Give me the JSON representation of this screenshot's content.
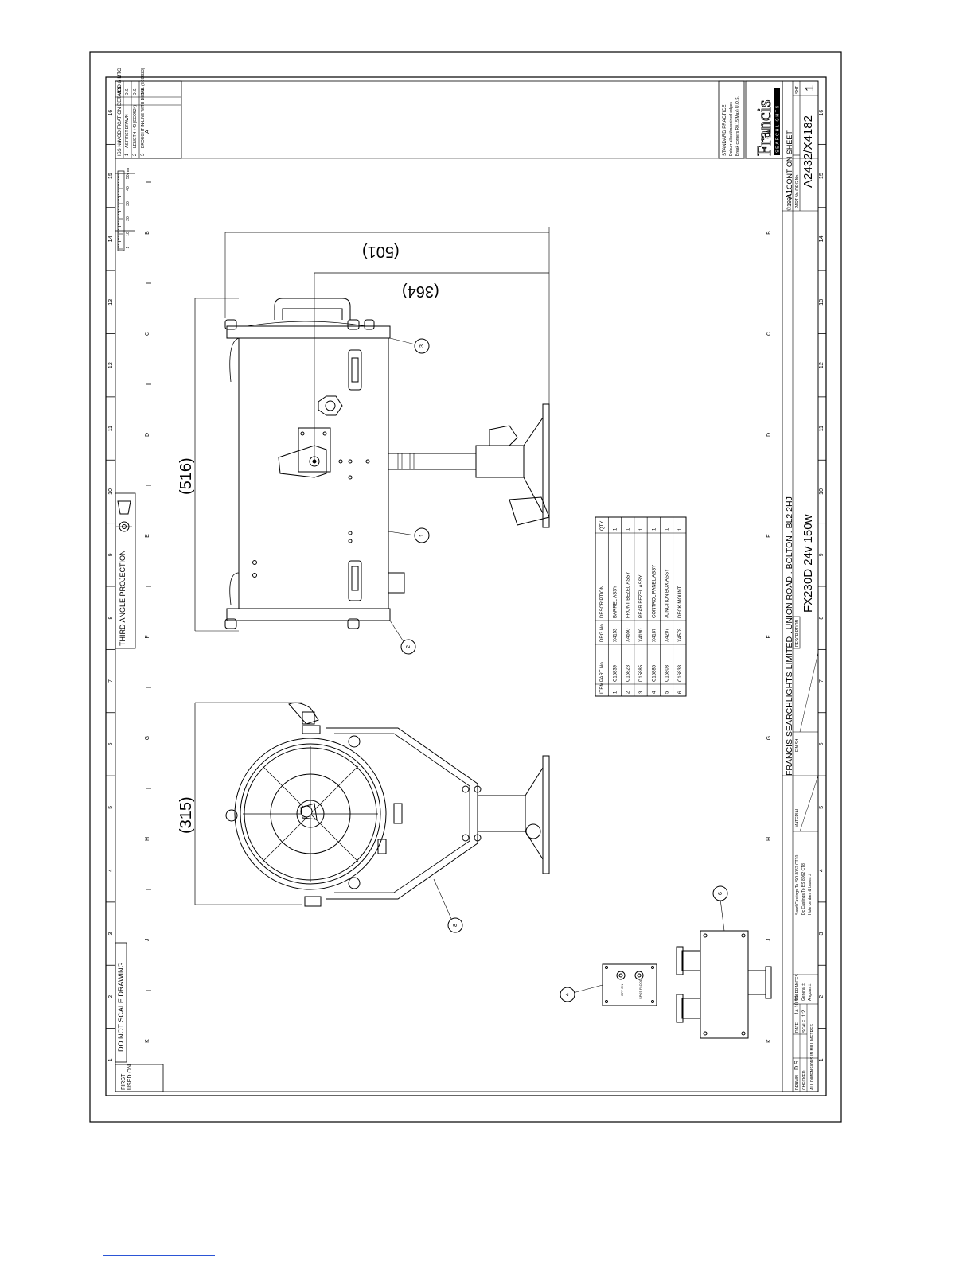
{
  "border": {
    "letters": [
      "A",
      "B",
      "C",
      "D",
      "E",
      "F",
      "G",
      "H",
      "J",
      "K"
    ],
    "numbers": [
      "1",
      "2",
      "3",
      "4",
      "5",
      "6",
      "7",
      "8",
      "9",
      "10",
      "11",
      "12",
      "13",
      "14",
      "15",
      "16"
    ]
  },
  "projection": {
    "label": "THIRD ANGLE PROJECTION",
    "no_scale": "DO NOT SCALE DRAWING"
  },
  "first_used": "FIRST USED ON",
  "revisions": {
    "headers": [
      "ISS No",
      "MODIFICATION DETAILS",
      "MOD & MTG"
    ],
    "rows": [
      {
        "iss": "1",
        "detail": "AS FIRST DRAWN",
        "by": "D.S."
      },
      {
        "iss": "2",
        "detail": "LENGTH +40 (ECO524)",
        "by": "D.S."
      },
      {
        "iss": "3",
        "detail": "BROUGHT IN-LINE WITH DETAIL (ECO623)",
        "by": "D.S."
      }
    ]
  },
  "scale_bar": {
    "ticks": [
      "1",
      "10",
      "20",
      "30",
      "40",
      "50mm"
    ]
  },
  "dimensions": {
    "length_total": "(501)",
    "length_mid": "(364)",
    "body_length": "(516)",
    "front_height": "(315)"
  },
  "balloons": [
    "3",
    "1",
    "2",
    "8",
    "4",
    "6"
  ],
  "parts_list": {
    "headers": [
      "ITEM",
      "PART No.",
      "DRG No.",
      "DESCRIPTION",
      "QTY"
    ],
    "rows": [
      [
        "1",
        "C15839",
        "X4153",
        "BARREL ASSY",
        "1"
      ],
      [
        "2",
        "C15828",
        "X4550",
        "FRONT BEZEL ASSY",
        "1"
      ],
      [
        "3",
        "D15885",
        "X4190",
        "REAR BEZEL ASSY",
        "1"
      ],
      [
        "4",
        "C15885",
        "X4187",
        "CONTROL PANEL ASSY",
        "1"
      ],
      [
        "5",
        "C15803",
        "X4207",
        "JUNCTION BOX ASSY",
        "1"
      ],
      [
        "6",
        "C16838",
        "X4578",
        "DECK MOUNT",
        "1"
      ]
    ]
  },
  "control_panel": {
    "left_label": "OFF ON",
    "right_label": "SPOT FLOOD"
  },
  "standard_practice": {
    "title": "STANDARD PRACTICE",
    "line1": "Deburr all cut/machined edges",
    "line2": "Break corners R0.15(Max) U.O.S."
  },
  "title_block": {
    "logo_name": "Francis",
    "logo_sub": "SEARCHLIGHTS",
    "copyright": "©1994",
    "sheet_size": "A1",
    "cont_on": "CONT ON SHEET",
    "part_label": "PART No./DRG No.",
    "part_no": "A2432/X4182",
    "sht_label": "SHT",
    "sht_no": "1",
    "company": "FRANCIS SEARCHLIGHTS LIMITED . UNION ROAD . BOLTON . BL2 2HJ",
    "description_label": "DESCRIPTION",
    "description": "FX230D 24v 150w",
    "finish_label": "FINISH",
    "material_label": "MATERIAL",
    "notes": [
      "Sand Castings To ISO 8062 CT10",
      "Dc Castings To BS 8062 CT8",
      "Hole centres & bases ±"
    ],
    "tolerances_label": "TOLERANCES",
    "tol_general": "General ±",
    "tol_angular": "Angular ±",
    "drawn_label": "DRAWN",
    "drawn_by": "D.S.",
    "date_label": "DATE",
    "date": "14.10.94",
    "checked_label": "CHECKED",
    "scale_label": "SCALE",
    "scale": "1:2",
    "units": "ALL DIMENSIONS IN MILLIMETRES"
  }
}
